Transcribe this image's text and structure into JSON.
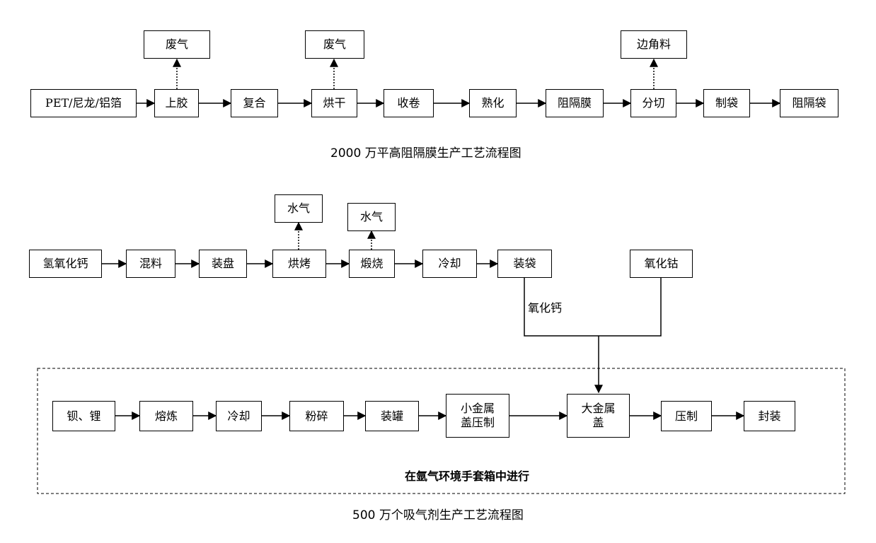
{
  "diagram1": {
    "title": "2000 万平高阻隔膜生产工艺流程图",
    "steps": [
      "PET/尼龙/铝箔",
      "上胶",
      "复合",
      "烘干",
      "收卷",
      "熟化",
      "阻隔膜",
      "分切",
      "制袋",
      "阻隔袋"
    ],
    "outputs": [
      "废气",
      "废气",
      "边角料"
    ]
  },
  "diagram2": {
    "title": "500 万个吸气剂生产工艺流程图",
    "row1_steps": [
      "氢氧化钙",
      "混料",
      "装盘",
      "烘烤",
      "煅烧",
      "冷却",
      "装袋"
    ],
    "outputs": [
      "水气",
      "水气"
    ],
    "side_input": "氧化钴",
    "edge_label": "氧化钙",
    "row2_steps": [
      "钡、锂",
      "熔炼",
      "冷却",
      "粉碎",
      "装罐",
      "小金属\n盖压制",
      "大金属\n盖",
      "压制",
      "封装"
    ],
    "enclosure_label": "在氩气环境手套箱中进行"
  }
}
